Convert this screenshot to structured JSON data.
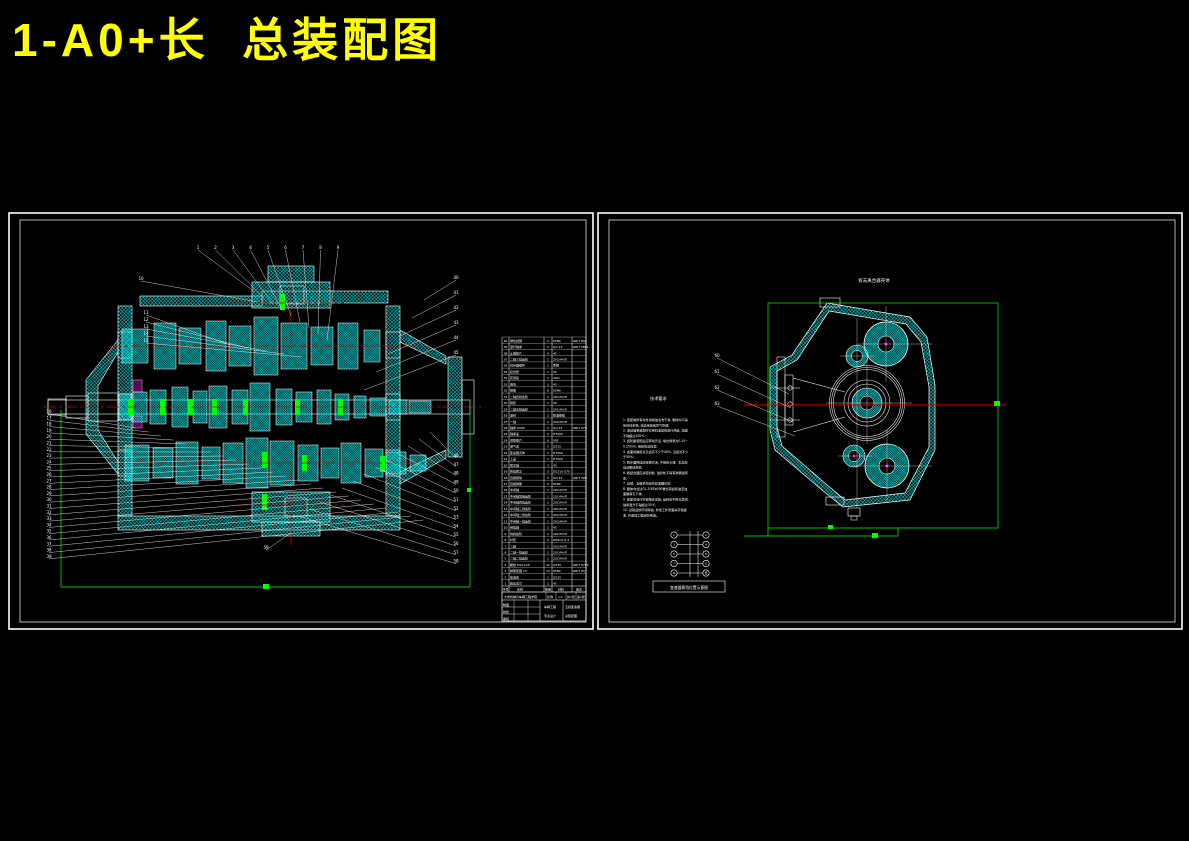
{
  "page": {
    "title": "1-A0+长  总装配图"
  },
  "colors": {
    "background": "#000000",
    "title_yellow": "#ffff00",
    "cad_cyan": "#00dcdc",
    "cad_green": "#00ff00",
    "cad_red": "#e00000",
    "cad_magenta": "#ff00ff",
    "line_white": "#ffffff"
  },
  "left_sheet": {
    "description": "变速器总装配图主视剖面",
    "callouts": {
      "top": [
        "1",
        "2",
        "3",
        "4",
        "5",
        "6",
        "7",
        "8",
        "9"
      ],
      "top_left": [
        "10"
      ],
      "upper_left": [
        "11",
        "12",
        "13",
        "14",
        "15"
      ],
      "left": [
        "16",
        "17",
        "18",
        "19",
        "20",
        "21",
        "22",
        "23",
        "24",
        "25",
        "26",
        "27",
        "28",
        "29",
        "30",
        "31",
        "32",
        "33",
        "34",
        "35",
        "36",
        "37",
        "38",
        "39"
      ],
      "right_upper": [
        "40",
        "41",
        "42",
        "43",
        "44",
        "45"
      ],
      "right_lower": [
        "46",
        "47",
        "48",
        "49",
        "50",
        "51",
        "52",
        "53",
        "54",
        "55",
        "56",
        "57",
        "58"
      ],
      "bottom": [
        "59"
      ]
    },
    "bom": {
      "header": {
        "seq": "序号",
        "name": "名称",
        "qty": "数量",
        "mat": "材料",
        "note": "备注"
      },
      "rows": [
        {
          "seq": "40",
          "name": "弹性挡圈",
          "qty": "2",
          "mat": "65Mn",
          "note": "GB/T 894"
        },
        {
          "seq": "39",
          "name": "滚针轴承",
          "qty": "2",
          "mat": "GCr15",
          "note": "GB/T 5801"
        },
        {
          "seq": "38",
          "name": "止推垫片",
          "qty": "4",
          "mat": "45",
          "note": ""
        },
        {
          "seq": "37",
          "name": "二轴三挡齿轮",
          "qty": "1",
          "mat": "20CrMnTi",
          "note": ""
        },
        {
          "seq": "36",
          "name": "同步器锁环",
          "qty": "2",
          "mat": "黄铜",
          "note": ""
        },
        {
          "seq": "35",
          "name": "接合套",
          "qty": "1",
          "mat": "45",
          "note": ""
        },
        {
          "seq": "34",
          "name": "花键毂",
          "qty": "1",
          "mat": "40Cr",
          "note": ""
        },
        {
          "seq": "33",
          "name": "滑块",
          "qty": "3",
          "mat": "45",
          "note": ""
        },
        {
          "seq": "32",
          "name": "弹簧",
          "qty": "6",
          "mat": "65Mn",
          "note": ""
        },
        {
          "seq": "31",
          "name": "二轴四挡齿轮",
          "qty": "1",
          "mat": "20CrMnTi",
          "note": ""
        },
        {
          "seq": "30",
          "name": "隔套",
          "qty": "1",
          "mat": "45",
          "note": ""
        },
        {
          "seq": "29",
          "name": "二轴五挡齿轮",
          "qty": "1",
          "mat": "20CrMnTi",
          "note": ""
        },
        {
          "seq": "28",
          "name": "油封",
          "qty": "2",
          "mat": "耐油橡胶",
          "note": ""
        },
        {
          "seq": "27",
          "name": "一轴",
          "qty": "1",
          "mat": "20CrMnTi",
          "note": ""
        },
        {
          "seq": "26",
          "name": "轴承 6309",
          "qty": "2",
          "mat": "GCr15",
          "note": "GB/T 276"
        },
        {
          "seq": "25",
          "name": "轴承盖",
          "qty": "4",
          "mat": "HT200",
          "note": ""
        },
        {
          "seq": "24",
          "name": "调整垫片",
          "qty": "6",
          "mat": "08F",
          "note": ""
        },
        {
          "seq": "23",
          "name": "通气塞",
          "qty": "1",
          "mat": "Q235",
          "note": ""
        },
        {
          "seq": "22",
          "name": "变速器壳体",
          "qty": "1",
          "mat": "HT200",
          "note": ""
        },
        {
          "seq": "21",
          "name": "上盖",
          "qty": "1",
          "mat": "HT200",
          "note": ""
        },
        {
          "seq": "20",
          "name": "拨叉轴",
          "qty": "3",
          "mat": "45",
          "note": ""
        },
        {
          "seq": "19",
          "name": "换挡拨叉",
          "qty": "3",
          "mat": "ZG310-570",
          "note": ""
        },
        {
          "seq": "18",
          "name": "自锁钢球",
          "qty": "3",
          "mat": "GCr15",
          "note": "GB/T 308"
        },
        {
          "seq": "17",
          "name": "自锁弹簧",
          "qty": "3",
          "mat": "65Mn",
          "note": ""
        },
        {
          "seq": "16",
          "name": "中间轴",
          "qty": "1",
          "mat": "20CrMnTi",
          "note": ""
        },
        {
          "seq": "15",
          "name": "中间轴常啮齿轮",
          "qty": "1",
          "mat": "20CrMnTi",
          "note": ""
        },
        {
          "seq": "14",
          "name": "中间轴四挡齿轮",
          "qty": "1",
          "mat": "20CrMnTi",
          "note": ""
        },
        {
          "seq": "13",
          "name": "中间轴三挡齿轮",
          "qty": "1",
          "mat": "20CrMnTi",
          "note": ""
        },
        {
          "seq": "12",
          "name": "中间轴二挡齿轮",
          "qty": "1",
          "mat": "20CrMnTi",
          "note": ""
        },
        {
          "seq": "11",
          "name": "中间轴一挡齿轮",
          "qty": "1",
          "mat": "20CrMnTi",
          "note": ""
        },
        {
          "seq": "10",
          "name": "倒挡轴",
          "qty": "1",
          "mat": "45",
          "note": ""
        },
        {
          "seq": "9",
          "name": "倒挡齿轮",
          "qty": "1",
          "mat": "20CrMnTi",
          "note": ""
        },
        {
          "seq": "8",
          "name": "衬套",
          "qty": "2",
          "mat": "ZQSn6-6-3",
          "note": ""
        },
        {
          "seq": "7",
          "name": "二轴",
          "qty": "1",
          "mat": "20CrMnTi",
          "note": ""
        },
        {
          "seq": "6",
          "name": "二轴一挡齿轮",
          "qty": "1",
          "mat": "20CrMnTi",
          "note": ""
        },
        {
          "seq": "5",
          "name": "二轴二挡齿轮",
          "qty": "1",
          "mat": "20CrMnTi",
          "note": ""
        },
        {
          "seq": "4",
          "name": "螺栓 M10×25",
          "qty": "12",
          "mat": "Q235",
          "note": "GB/T 5782"
        },
        {
          "seq": "3",
          "name": "弹簧垫圈 10",
          "qty": "12",
          "mat": "65Mn",
          "note": "GB/T 93"
        },
        {
          "seq": "2",
          "name": "放油塞",
          "qty": "1",
          "mat": "Q235",
          "note": ""
        },
        {
          "seq": "1",
          "name": "输出法兰",
          "qty": "1",
          "mat": "45",
          "note": ""
        }
      ]
    },
    "title_block": {
      "school": "大学机械与车辆工程学院",
      "scale_label": "比例",
      "scale": "1:2",
      "sheets": "共1张",
      "sheet_no": "第1张",
      "roles": [
        "制图",
        "校核",
        "审核"
      ],
      "course_line1": "车辆工程",
      "course_line2": "专业设计",
      "title_line1": "五挡变速器",
      "title_line2": "总装配图"
    }
  },
  "right_sheet": {
    "view_title": "拆去离合器壳体",
    "notes_title": "技术要求",
    "notes": [
      "1. 装配前所有零件用煤油清洗干净, 箱体内不得",
      "   有任何杂物, 油道用压缩空气吹通;",
      "2. 滚动轴承装配时可用机油加热进行热装, 油温",
      "   不得超过100℃;",
      "3. 齿轮副装配后应转动灵活, 啮合侧隙为0.10~",
      "   0.25mm, 用压铅法检查;",
      "4. 齿面接触斑点沿齿高不少于40%, 沿齿长不少",
      "   于50%;",
      "5. 同步器换挡应轻便灵活, 不得有卡滞、乱挡及",
      "   自动脱挡现象;",
      "6. 各结合面应涂密封胶, 油封处不得有渗漏油现",
      "   象;",
      "7. 自锁、互锁机构动作应准确可靠;",
      "8. 箱体内加注GL-5 85W/90重负荷齿轮油至油",
      "   面螺塞孔下缘;",
      "9. 装配后进行空载跑合试验, 运转应平稳无异响,",
      "   轴承温升不得超过30℃;",
      "10. 试验后放尽润滑油, 非加工外表面涂灰色磁",
      "    漆, 外露加工面涂防锈油。"
    ],
    "callouts": [
      "60",
      "61",
      "62",
      "63"
    ],
    "shift": {
      "left_labels": [
        "1",
        "3",
        "5",
        "7",
        "R"
      ],
      "right_labels": [
        "2",
        "4",
        "6",
        "8",
        "低"
      ],
      "caption": "变速器换挡位置示意图"
    }
  }
}
